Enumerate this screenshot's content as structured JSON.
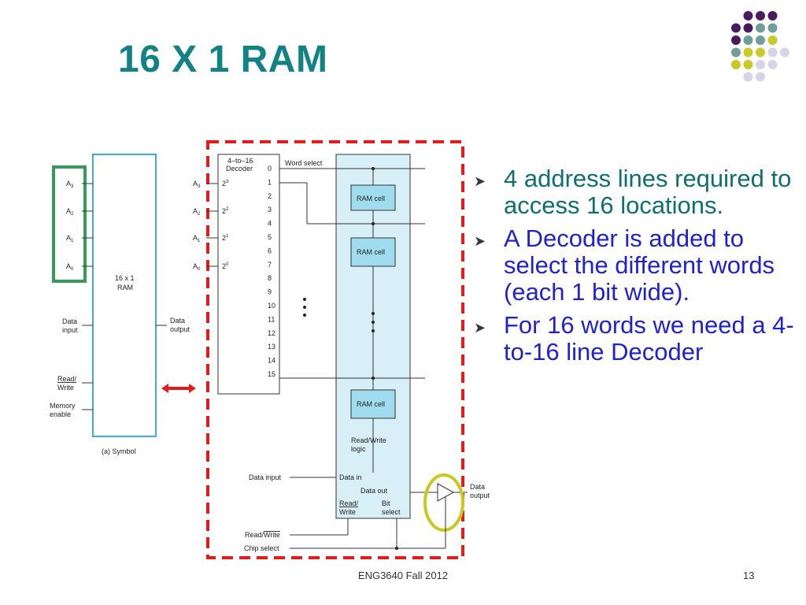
{
  "slide": {
    "title": "16 X 1 RAM",
    "footer": "ENG3640 Fall 2012",
    "page_number": "13",
    "bullets": [
      "4 address lines required to access 16 locations.",
      "A Decoder is added to select the different words (each 1 bit wide).",
      "For 16 words we need a 4-to-16 line Decoder"
    ]
  },
  "symbol": {
    "address_labels": [
      "A",
      "A",
      "A",
      "A"
    ],
    "address_subscripts": [
      "3",
      "2",
      "1",
      "0"
    ],
    "block_label_1": "16 x 1",
    "block_label_2": "RAM",
    "data_input_1": "Data",
    "data_input_2": "input",
    "data_output_1": "Data",
    "data_output_2": "output",
    "read_1": "Read/",
    "read_2": "Write",
    "mem_1": "Memory",
    "mem_2": "enable",
    "caption": "(a) Symbol"
  },
  "decoder": {
    "title_1": "4–to–16",
    "title_2": "Decoder",
    "word_select": "Word select",
    "inputs": [
      {
        "label": "A",
        "sub": "3",
        "pow": "2",
        "exp": "3"
      },
      {
        "label": "A",
        "sub": "2",
        "pow": "2",
        "exp": "2"
      },
      {
        "label": "A",
        "sub": "1",
        "pow": "2",
        "exp": "1"
      },
      {
        "label": "A",
        "sub": "0",
        "pow": "2",
        "exp": "0"
      }
    ],
    "outputs": [
      "0",
      "1",
      "2",
      "3",
      "4",
      "5",
      "6",
      "7",
      "8",
      "9",
      "10",
      "11",
      "12",
      "13",
      "14",
      "15"
    ]
  },
  "array": {
    "cell_labels": [
      "RAM cell",
      "RAM cell",
      "RAM cell"
    ],
    "rw_logic_1": "Read/Write",
    "rw_logic_2": "logic",
    "data_in": "Data in",
    "data_out": "Data out",
    "read_1": "Read/",
    "read_2": "Write",
    "bit_1": "Bit",
    "bit_2": "select",
    "ext_data_input": "Data input",
    "ext_read": "Read/",
    "ext_write": "Write",
    "ext_chip_select": "Chip select",
    "ext_data_out_1": "Data",
    "ext_data_out_2": "output"
  },
  "colors": {
    "title": "#138285",
    "dot_purple": "#4a1a5e",
    "dot_teal": "#6f9e9a",
    "dot_yellow": "#c9c92a",
    "dot_light": "#d6d4e6",
    "red_dash": "#e31b1b",
    "green_box": "#3a9a5c",
    "yellow_ring": "#c8c820",
    "array_fill": "#d8eff7",
    "symbol_border": "#3ab0d8"
  }
}
